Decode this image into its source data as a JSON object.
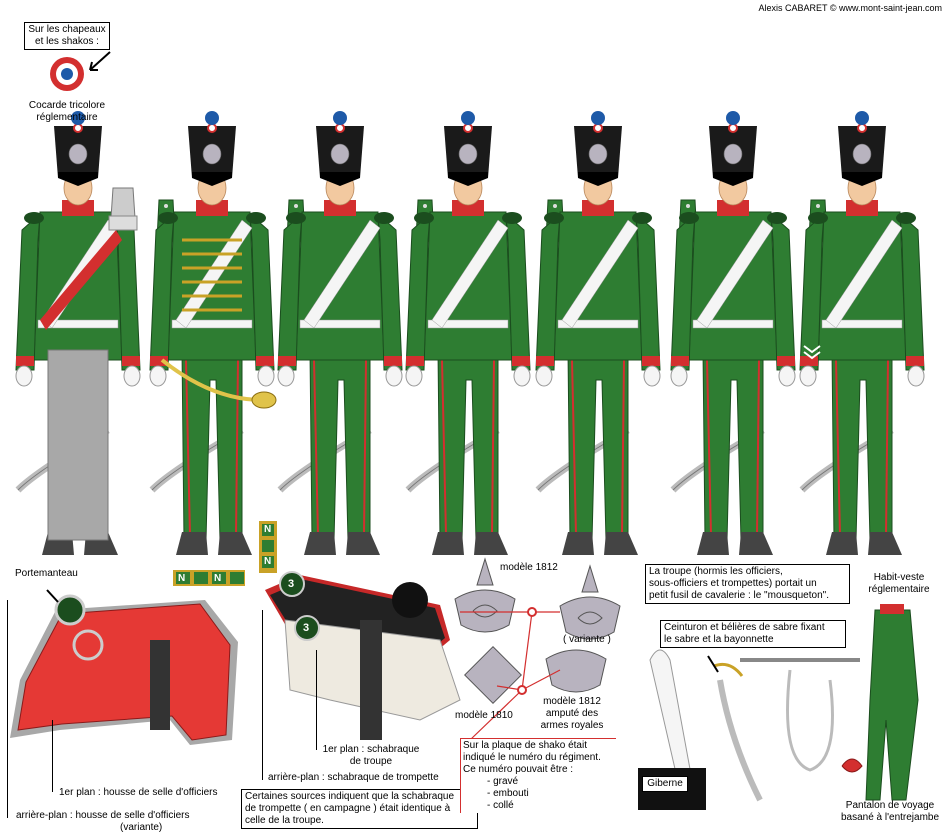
{
  "credit": "Alexis CABARET © www.mont-saint-jean.com",
  "colors": {
    "coat_green": "#2e7d32",
    "coat_green_dark": "#1b4d1e",
    "facing_red": "#d32f2f",
    "shako_black": "#1a1a1a",
    "officer_trousers": "#a8a8a8",
    "trumpeter_lace": "#c9a227",
    "saddlecloth_red": "#e53935",
    "sheepskin": "#eeeae0",
    "plate_pewter": "#b8b3bf"
  },
  "cockade": {
    "caption_top": [
      "Sur les chapeaux",
      "et les shakos :"
    ],
    "caption_bottom": [
      "Cocarde tricolore",
      "réglementaire"
    ]
  },
  "portemanteau": {
    "label": "Portemanteau"
  },
  "officer_saddle": {
    "foreground_caption": "1er plan : housse de selle d'officiers",
    "background_caption": [
      "arrière-plan : housse de selle d'officiers",
      "(variante)"
    ]
  },
  "trumpet_saddle": {
    "foreground_caption": [
      "1er plan : schabraque",
      "de troupe"
    ],
    "background_caption": "arrière-plan : schabraque de trompette",
    "note": [
      "Certaines sources indiquent que la schabraque",
      "de trompette ( en campagne ) était identique à",
      "celle de la troupe."
    ],
    "badge_number": "3"
  },
  "lace_badges": {
    "letter": "N"
  },
  "shako_plates": {
    "m1812": "modèle 1812",
    "variante": "( variante )",
    "m1810": "modèle 1810",
    "m1812_cut": [
      "modèle 1812",
      "amputé des",
      "armes royales"
    ],
    "note": [
      "Sur la plaque de shako était",
      "indiqué le numéro du régiment.",
      "Ce numéro pouvait être :"
    ],
    "variants": [
      "- gravé",
      "- embouti",
      "- collé"
    ]
  },
  "carbine_note": [
    "La troupe (hormis les officiers,",
    "sous-officiers et trompettes) portait un",
    "petit fusil de cavalerie : le \"mousqueton\"."
  ],
  "sword_belt_note": [
    "Ceinturon et bélières de sabre fixant",
    "le sabre et la bayonnette"
  ],
  "giberne": "Giberne",
  "habit_veste": [
    "Habit-veste",
    "réglementaire"
  ],
  "pantalon": [
    "Pantalon de voyage",
    "basané à l'entrejambe"
  ]
}
